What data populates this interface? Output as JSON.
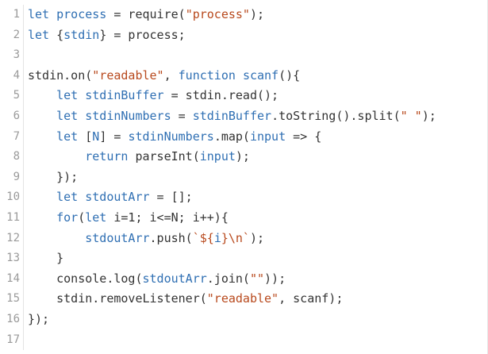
{
  "editor": {
    "lines": [
      {
        "num": "1",
        "tokens": [
          [
            "kw",
            "let"
          ],
          [
            "plain",
            " "
          ],
          [
            "var",
            "process"
          ],
          [
            "plain",
            " = require("
          ],
          [
            "str",
            "\"process\""
          ],
          [
            "plain",
            ");"
          ]
        ]
      },
      {
        "num": "2",
        "tokens": [
          [
            "kw",
            "let"
          ],
          [
            "plain",
            " {"
          ],
          [
            "var",
            "stdin"
          ],
          [
            "plain",
            "} = process;"
          ]
        ]
      },
      {
        "num": "3",
        "tokens": []
      },
      {
        "num": "4",
        "tokens": [
          [
            "plain",
            "stdin.on("
          ],
          [
            "str",
            "\"readable\""
          ],
          [
            "plain",
            ", "
          ],
          [
            "kw",
            "function"
          ],
          [
            "plain",
            " "
          ],
          [
            "fn",
            "scanf"
          ],
          [
            "plain",
            "(){"
          ]
        ]
      },
      {
        "num": "5",
        "tokens": [
          [
            "plain",
            "    "
          ],
          [
            "kw",
            "let"
          ],
          [
            "plain",
            " "
          ],
          [
            "var",
            "stdinBuffer"
          ],
          [
            "plain",
            " = stdin.read();"
          ]
        ]
      },
      {
        "num": "6",
        "tokens": [
          [
            "plain",
            "    "
          ],
          [
            "kw",
            "let"
          ],
          [
            "plain",
            " "
          ],
          [
            "var",
            "stdinNumbers"
          ],
          [
            "plain",
            " = "
          ],
          [
            "var",
            "stdinBuffer"
          ],
          [
            "plain",
            ".toString().split("
          ],
          [
            "str",
            "\" \""
          ],
          [
            "plain",
            ");"
          ]
        ]
      },
      {
        "num": "7",
        "tokens": [
          [
            "plain",
            "    "
          ],
          [
            "kw",
            "let"
          ],
          [
            "plain",
            " ["
          ],
          [
            "var",
            "N"
          ],
          [
            "plain",
            "] = "
          ],
          [
            "var",
            "stdinNumbers"
          ],
          [
            "plain",
            ".map("
          ],
          [
            "var",
            "input"
          ],
          [
            "plain",
            " => {"
          ]
        ]
      },
      {
        "num": "8",
        "tokens": [
          [
            "plain",
            "        "
          ],
          [
            "kw",
            "return"
          ],
          [
            "plain",
            " parseInt("
          ],
          [
            "var",
            "input"
          ],
          [
            "plain",
            ");"
          ]
        ]
      },
      {
        "num": "9",
        "tokens": [
          [
            "plain",
            "    });"
          ]
        ]
      },
      {
        "num": "10",
        "tokens": [
          [
            "plain",
            "    "
          ],
          [
            "kw",
            "let"
          ],
          [
            "plain",
            " "
          ],
          [
            "var",
            "stdoutArr"
          ],
          [
            "plain",
            " = [];"
          ]
        ]
      },
      {
        "num": "11",
        "tokens": [
          [
            "plain",
            "    "
          ],
          [
            "kw",
            "for"
          ],
          [
            "plain",
            "("
          ],
          [
            "kw",
            "let"
          ],
          [
            "plain",
            " i=1; i<=N; i++){"
          ]
        ]
      },
      {
        "num": "12",
        "tokens": [
          [
            "plain",
            "        "
          ],
          [
            "var",
            "stdoutArr"
          ],
          [
            "plain",
            ".push("
          ],
          [
            "str",
            "`${"
          ],
          [
            "var",
            "i"
          ],
          [
            "str",
            "}\\n`"
          ],
          [
            "plain",
            ");"
          ]
        ]
      },
      {
        "num": "13",
        "tokens": [
          [
            "plain",
            "    }"
          ]
        ]
      },
      {
        "num": "14",
        "tokens": [
          [
            "plain",
            "    console.log("
          ],
          [
            "var",
            "stdoutArr"
          ],
          [
            "plain",
            ".join("
          ],
          [
            "str",
            "\"\""
          ],
          [
            "plain",
            "));"
          ]
        ]
      },
      {
        "num": "15",
        "tokens": [
          [
            "plain",
            "    stdin.removeListener("
          ],
          [
            "str",
            "\"readable\""
          ],
          [
            "plain",
            ", scanf);"
          ]
        ]
      },
      {
        "num": "16",
        "tokens": [
          [
            "plain",
            "});"
          ]
        ]
      },
      {
        "num": "17",
        "tokens": []
      }
    ]
  },
  "colors": {
    "keyword": "#2f6fb3",
    "string": "#b8491d",
    "text": "#333333",
    "gutter_text": "#9a9a9a",
    "background": "#ffffff"
  }
}
